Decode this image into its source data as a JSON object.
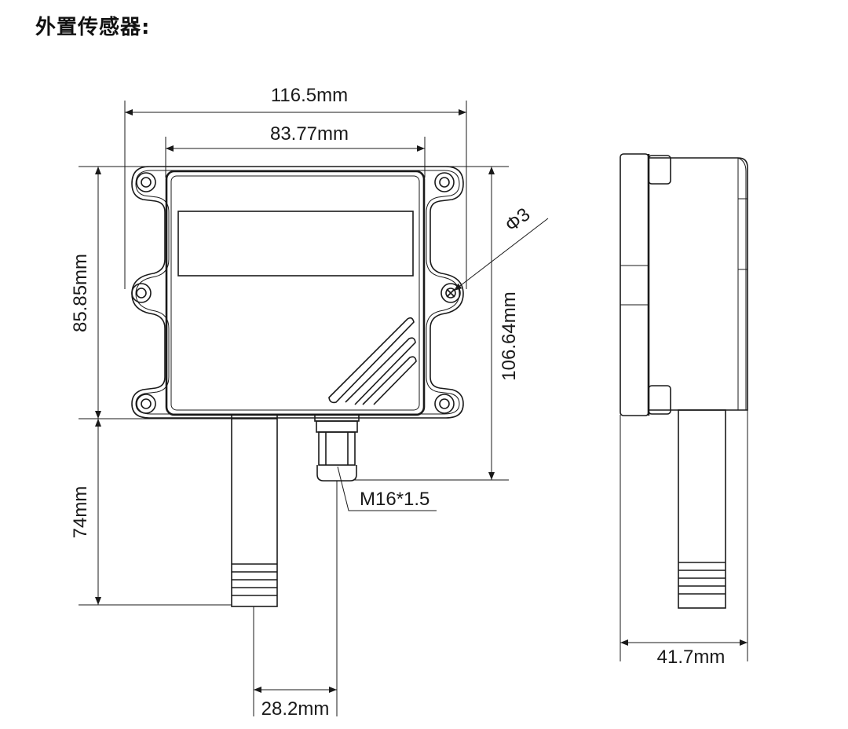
{
  "title": "外置传感器:",
  "dimensions": {
    "overall_width": "116.5mm",
    "hole_spacing_width": "83.77mm",
    "body_height": "85.85mm",
    "total_height": "106.64mm",
    "hole_diameter": "Φ3",
    "probe_length": "74mm",
    "probe_offset": "28.2mm",
    "gland_thread": "M16*1.5",
    "depth": "41.7mm"
  }
}
